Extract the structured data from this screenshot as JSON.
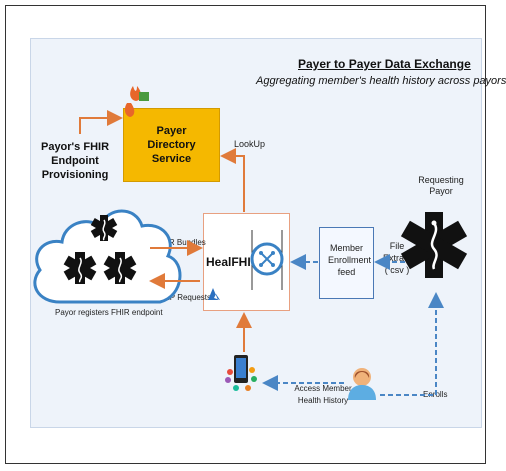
{
  "title": "Payer to Payer Data Exchange",
  "subtitle": "Aggregating member's health history across payors",
  "nodes": {
    "payer_directory": "Payer Directory Service",
    "healfhir": "HealFHIR",
    "member_enrollment_feed": "Member Enrollment feed",
    "requesting_payor": "Requesting Payor",
    "payors_fhir_endpoint": "Payor's FHIR Endpoint Provisioning",
    "cloud_caption": "Payor registers FHIR endpoint"
  },
  "edges": {
    "lookup": "LookUp",
    "fhir_bundles": "FHIR Bundles",
    "p2p_requests": "P2P Requests",
    "file_extract": "File Extract ( csv )",
    "access_history": "Access Member Health History",
    "enrolls": "Enrolls"
  },
  "colors": {
    "accent_orange": "#e07a3a",
    "accent_blue": "#4a86c5",
    "directory_yellow": "#f5b800"
  }
}
